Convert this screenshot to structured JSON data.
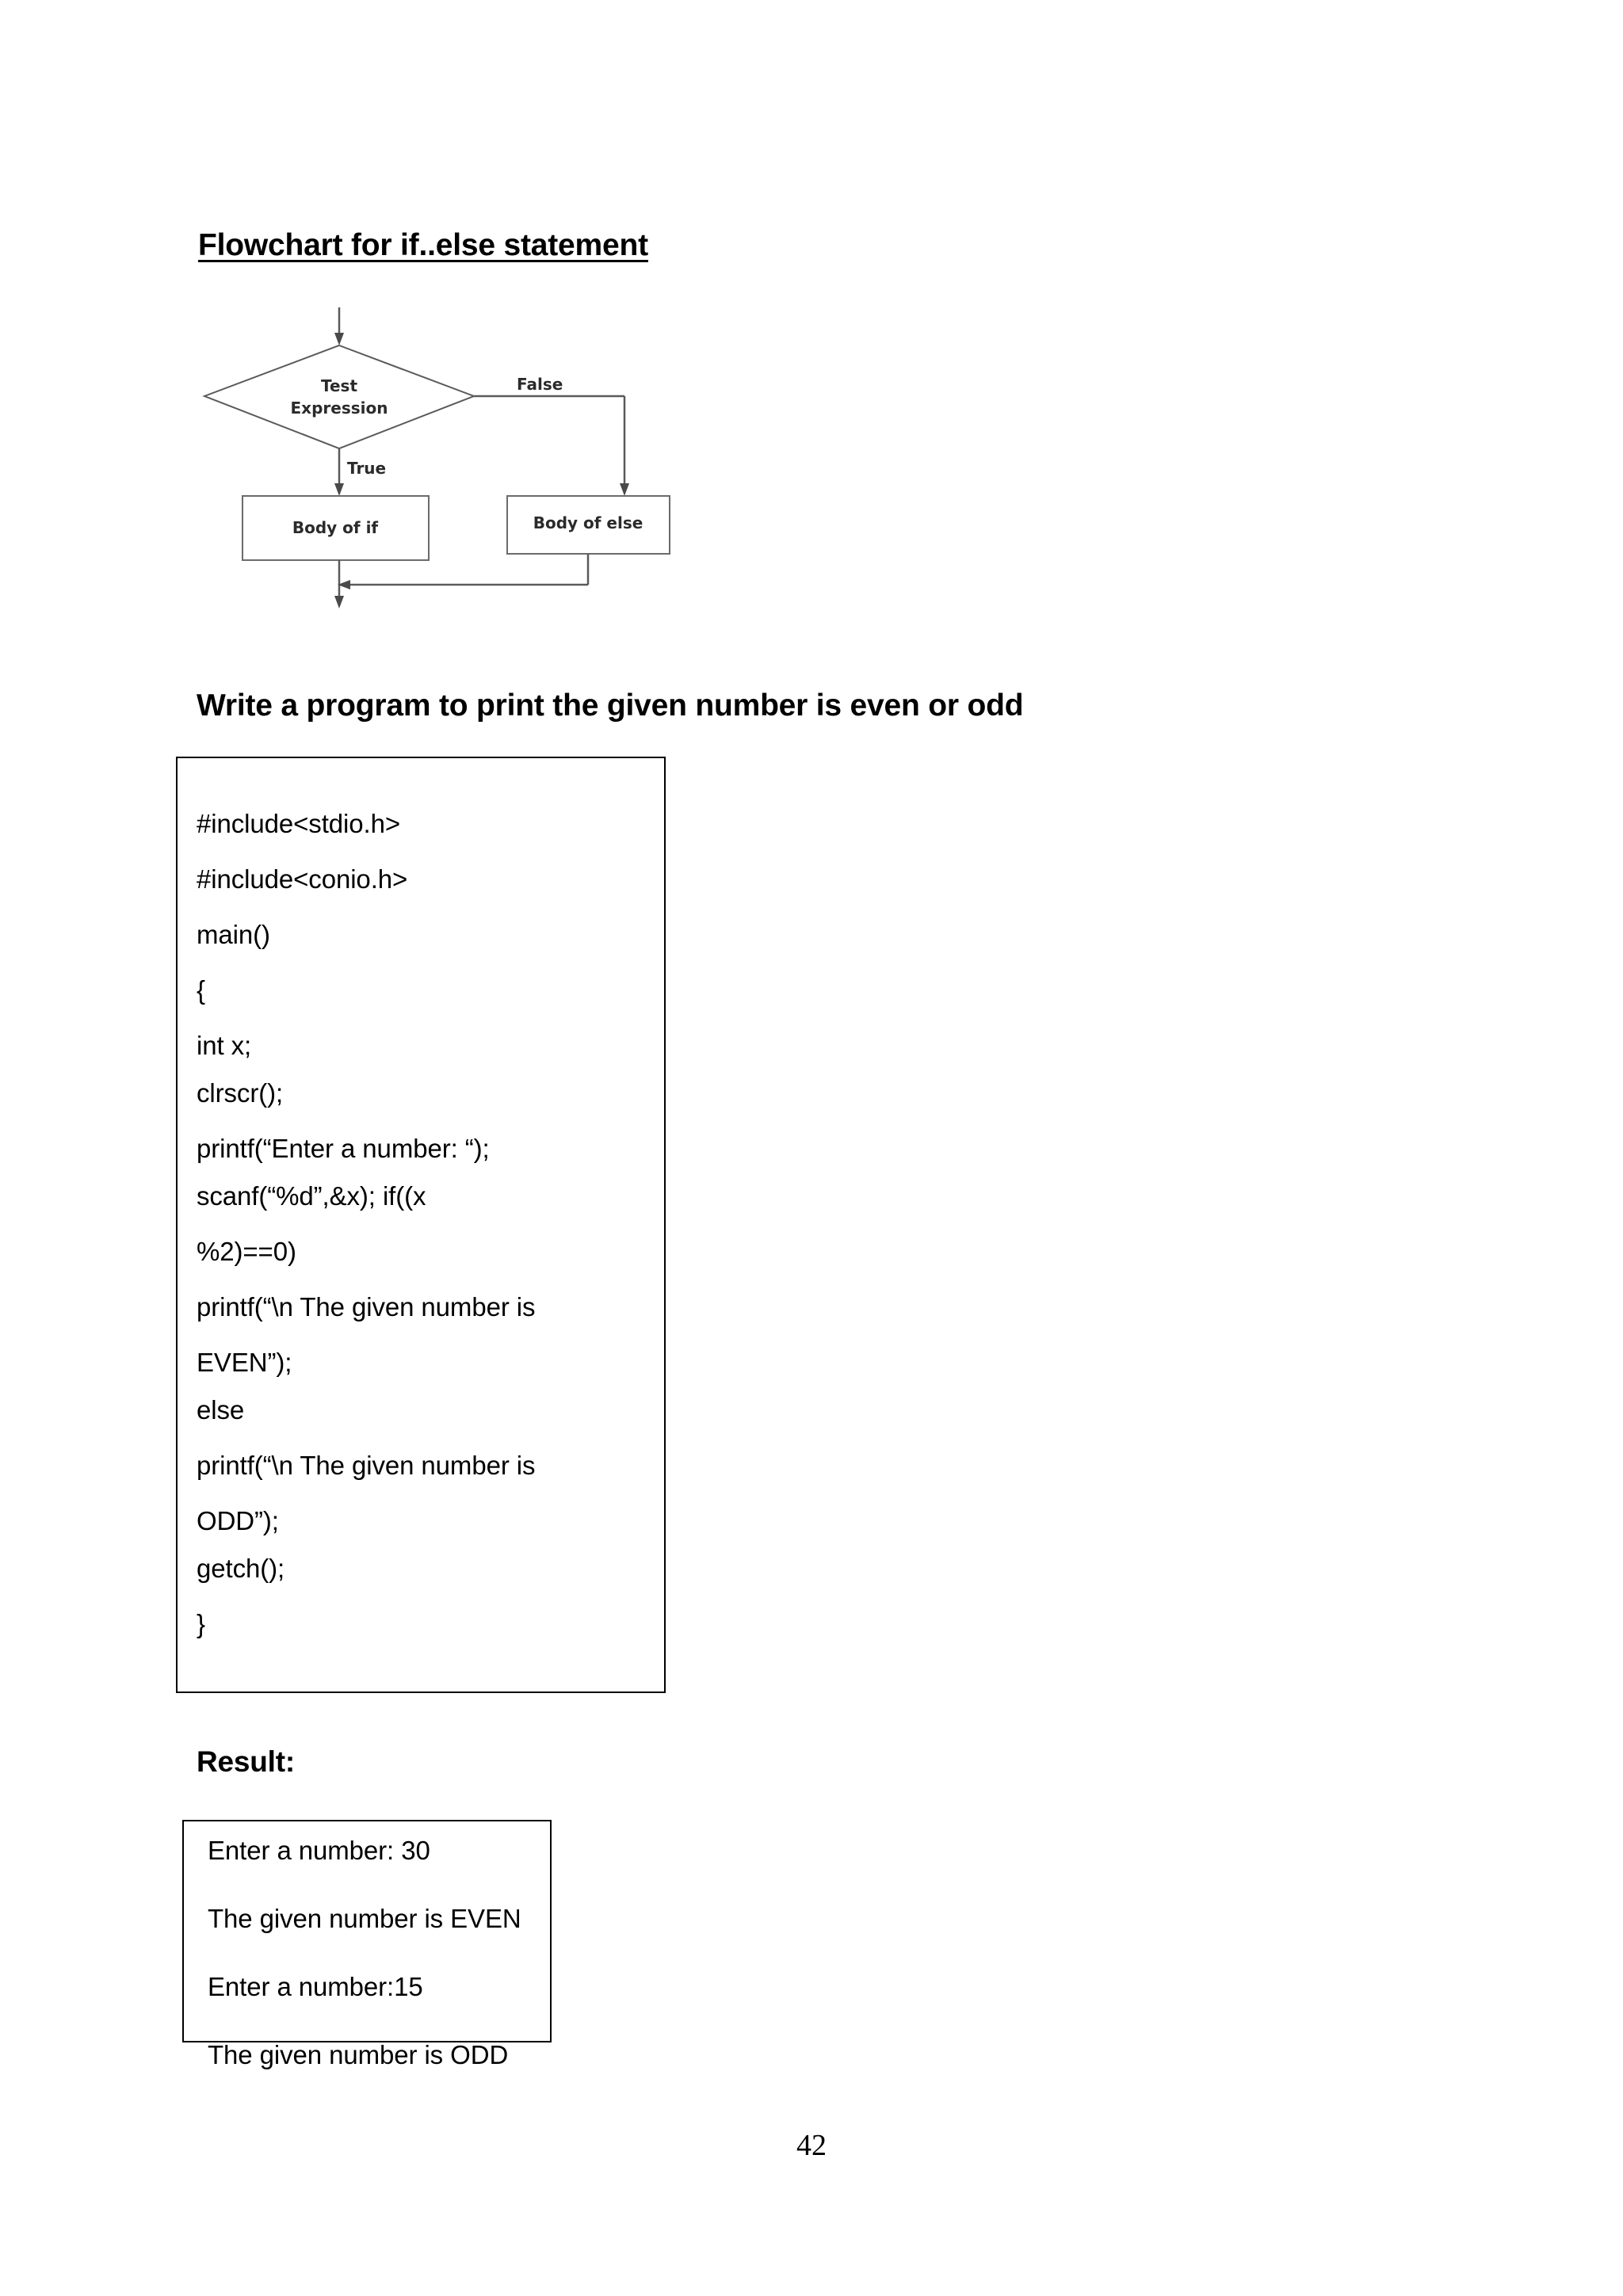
{
  "document": {
    "page_number": "42"
  },
  "headings": {
    "flowchart": "Flowchart for if..else statement",
    "program": "Write a program to print the given number is even or odd",
    "result": "Result:"
  },
  "flowchart": {
    "decision_label_line1": "Test",
    "decision_label_line2": "Expression",
    "branch_true_label": "True",
    "branch_false_label": "False",
    "body_if_label": "Body of if",
    "body_else_label": "Body of else",
    "line_color": "#5a5a5a",
    "text_color": "#2b2b2b"
  },
  "code": {
    "lines": [
      {
        "text": "#include<stdio.h>",
        "tight": false
      },
      {
        "text": "#include<conio.h>",
        "tight": false
      },
      {
        "text": "main()",
        "tight": false
      },
      {
        "text": "{",
        "tight": false
      },
      {
        "text": "int x;",
        "tight": true
      },
      {
        "text": "clrscr();",
        "tight": false
      },
      {
        "text": "printf(“Enter a number: “);",
        "tight": true
      },
      {
        "text": "scanf(“%d”,&x); if((x",
        "tight": false
      },
      {
        "text": "%2)==0)",
        "tight": false
      },
      {
        "text": "printf(“\\n The given number is",
        "tight": false
      },
      {
        "text": "EVEN”);",
        "tight": true
      },
      {
        "text": "else",
        "tight": false
      },
      {
        "text": "printf(“\\n The given number is",
        "tight": false
      },
      {
        "text": "ODD”);",
        "tight": true
      },
      {
        "text": "getch();",
        "tight": false
      },
      {
        "text": "}",
        "tight": false
      }
    ]
  },
  "result_output": {
    "lines": [
      "Enter a number: 30",
      "The given number is EVEN",
      "Enter a number:15",
      "The given number is ODD"
    ]
  }
}
